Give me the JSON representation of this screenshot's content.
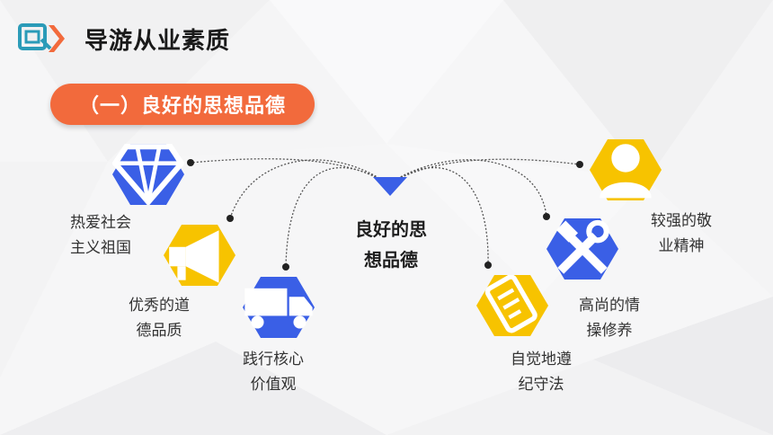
{
  "page_title": "导游从业素质",
  "section_pill": "（一）良好的思想品德",
  "center": {
    "line1": "良好的思",
    "line2": "想品德"
  },
  "items": [
    {
      "l1": "热爱社会",
      "l2": "主义祖国",
      "icon": "diamond-icon",
      "color": "#3a5fe6"
    },
    {
      "l1": "优秀的道",
      "l2": "德品质",
      "icon": "megaphone-icon",
      "color": "#f7c300"
    },
    {
      "l1": "践行核心",
      "l2": "价值观",
      "icon": "truck-icon",
      "color": "#3a5fe6"
    },
    {
      "l1": "自觉地遵",
      "l2": "纪守法",
      "icon": "document-icon",
      "color": "#f7c300"
    },
    {
      "l1": "高尚的情",
      "l2": "操修养",
      "icon": "tools-icon",
      "color": "#3a5fe6"
    },
    {
      "l1": "较强的敬",
      "l2": "业精神",
      "icon": "user-icon",
      "color": "#f7c300"
    }
  ],
  "colors": {
    "accent_orange": "#f26a3c",
    "blue": "#3a5fe6",
    "yellow": "#f7c300",
    "logo_teal": "#2a9bb8"
  }
}
